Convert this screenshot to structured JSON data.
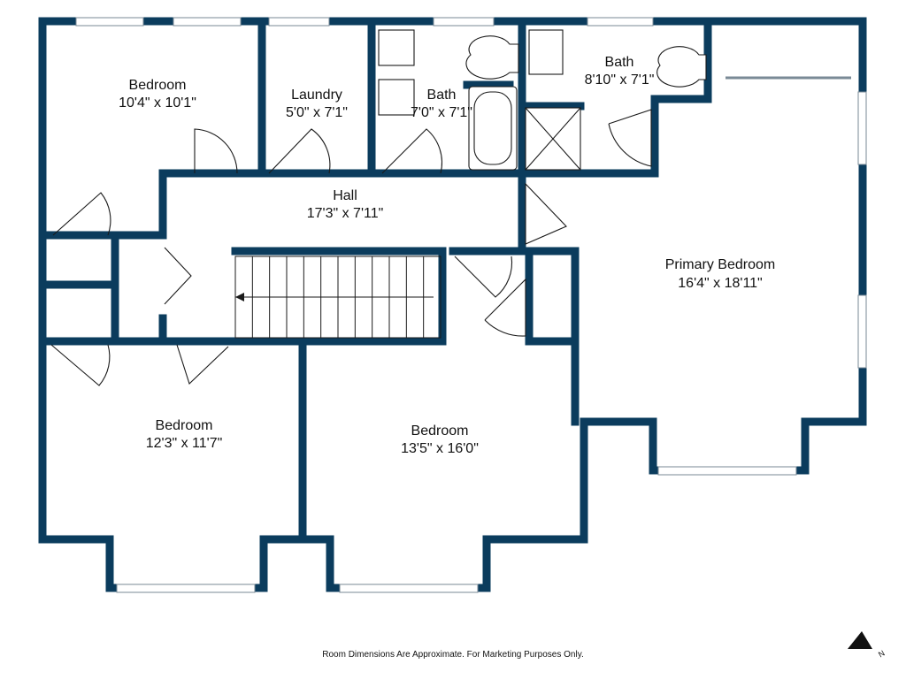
{
  "rooms": {
    "bedroom_nw": {
      "name": "Bedroom",
      "dims": "10'4\" x 10'1\""
    },
    "laundry": {
      "name": "Laundry",
      "dims": "5'0\" x 7'1\""
    },
    "bath_hall": {
      "name": "Bath",
      "dims": "7'0\" x 7'1\""
    },
    "bath_primary": {
      "name": "Bath",
      "dims": "8'10\" x 7'1\""
    },
    "hall": {
      "name": "Hall",
      "dims": "17'3\" x 7'11\""
    },
    "primary_bedroom": {
      "name": "Primary Bedroom",
      "dims": "16'4\" x 18'11\""
    },
    "bedroom_sw": {
      "name": "Bedroom",
      "dims": "12'3\" x 11'7\""
    },
    "bedroom_s": {
      "name": "Bedroom",
      "dims": "13'5\" x 16'0\""
    }
  },
  "disclaimer": "Room Dimensions Are Approximate. For Marketing Purposes Only.",
  "compass": {
    "label": "N"
  },
  "colors": {
    "wall": "#0b3c5d",
    "background": "#ffffff"
  }
}
